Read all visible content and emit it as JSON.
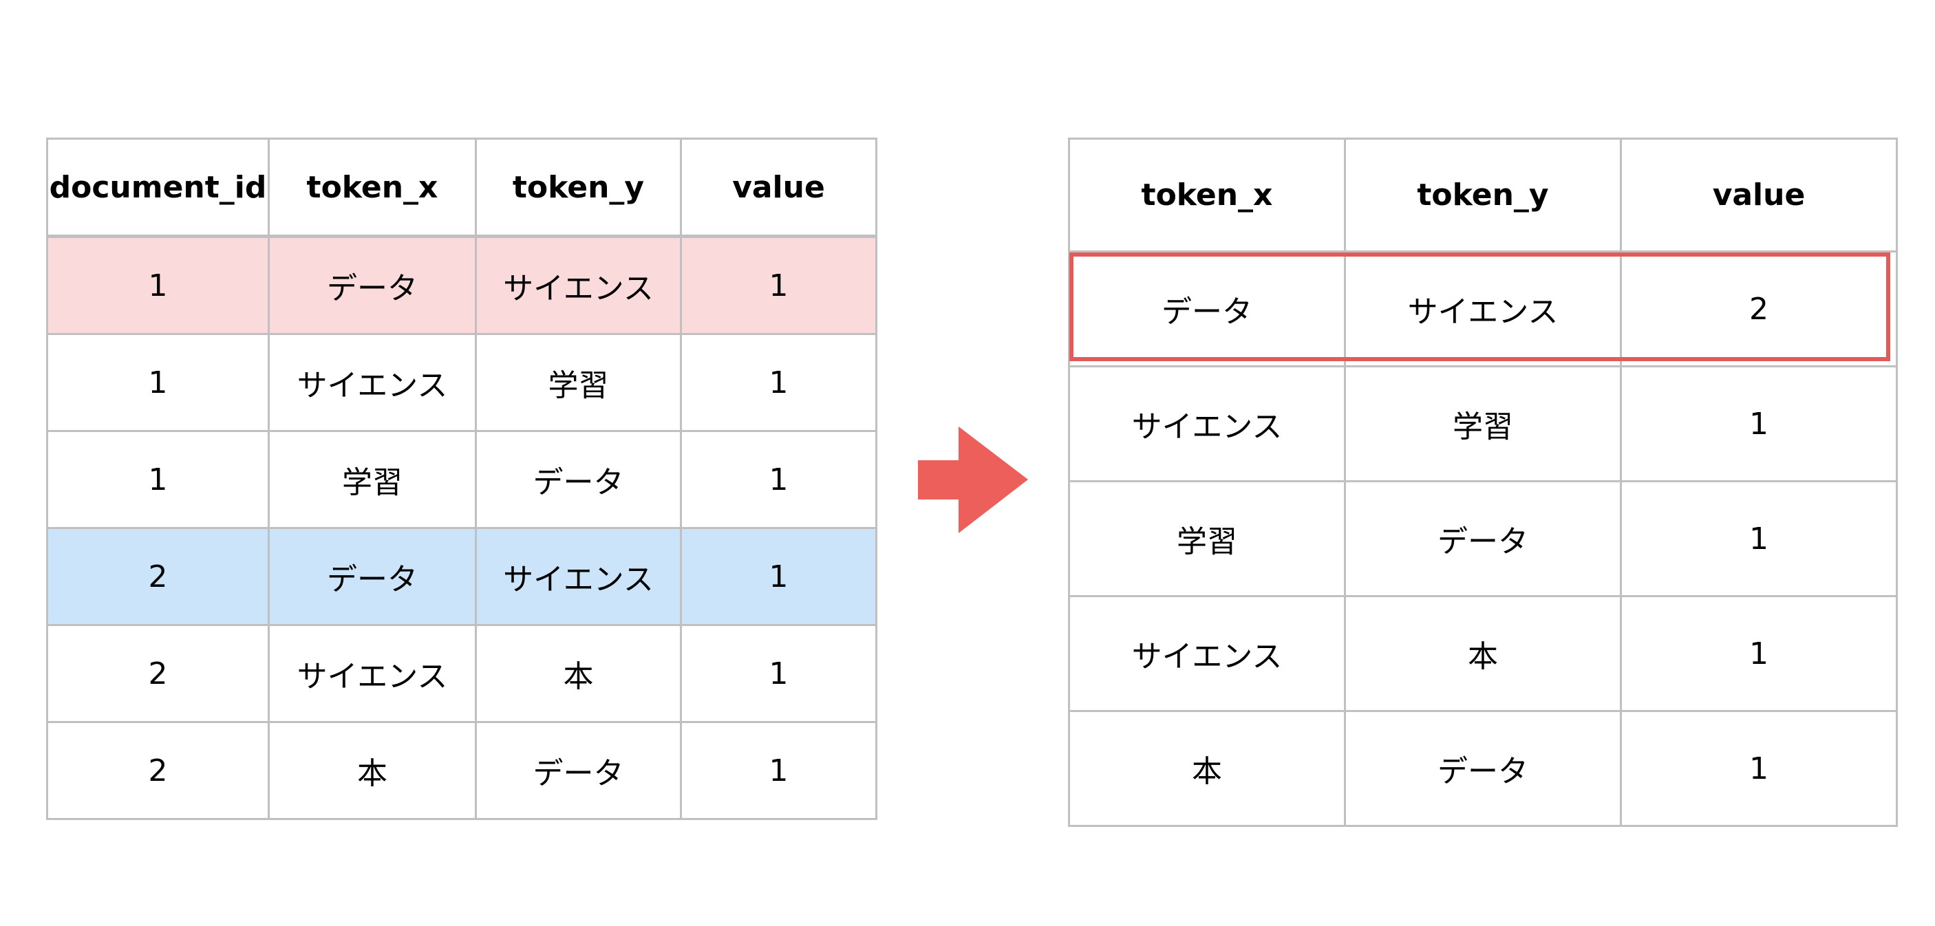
{
  "left_table": {
    "headers": [
      "document_id",
      "token_x",
      "token_y",
      "value"
    ],
    "rows": [
      {
        "cells": [
          "1",
          "データ",
          "サイエンス",
          "1"
        ],
        "highlight": "#fadada"
      },
      {
        "cells": [
          "1",
          "サイエンス",
          "学習",
          "1"
        ],
        "highlight": ""
      },
      {
        "cells": [
          "1",
          "学習",
          "データ",
          "1"
        ],
        "highlight": ""
      },
      {
        "cells": [
          "2",
          "データ",
          "サイエンス",
          "1"
        ],
        "highlight": "#cce4f9"
      },
      {
        "cells": [
          "2",
          "サイエンス",
          "本",
          "1"
        ],
        "highlight": ""
      },
      {
        "cells": [
          "2",
          "本",
          "データ",
          "1"
        ],
        "highlight": ""
      }
    ]
  },
  "right_table": {
    "headers": [
      "token_x",
      "token_y",
      "value"
    ],
    "rows": [
      {
        "cells": [
          "データ",
          "サイエンス",
          "2"
        ],
        "outlined": true
      },
      {
        "cells": [
          "サイエンス",
          "学習",
          "1"
        ],
        "outlined": false
      },
      {
        "cells": [
          "学習",
          "データ",
          "1"
        ],
        "outlined": false
      },
      {
        "cells": [
          "サイエンス",
          "本",
          "1"
        ],
        "outlined": false
      },
      {
        "cells": [
          "本",
          "データ",
          "1"
        ],
        "outlined": false
      }
    ]
  },
  "colors": {
    "arrow": "#ec5f5a",
    "outline": "#e25b5b",
    "grid": "#c0c0c0"
  },
  "icons": {
    "arrow": "right-arrow-icon"
  }
}
